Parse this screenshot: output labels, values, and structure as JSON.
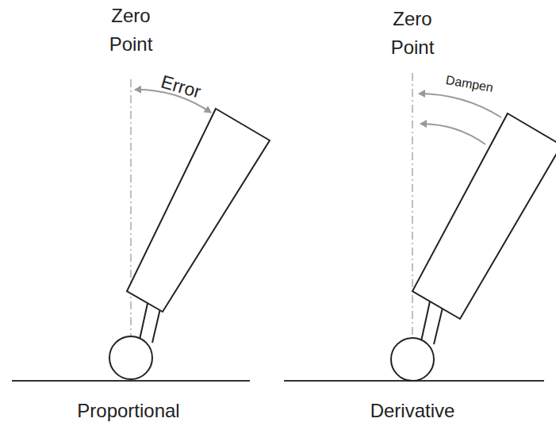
{
  "diagram": {
    "labels": [
      "Zero Point",
      "Error",
      "Zero Point",
      "Dampen",
      "Proportional",
      "Derivative"
    ]
  }
}
